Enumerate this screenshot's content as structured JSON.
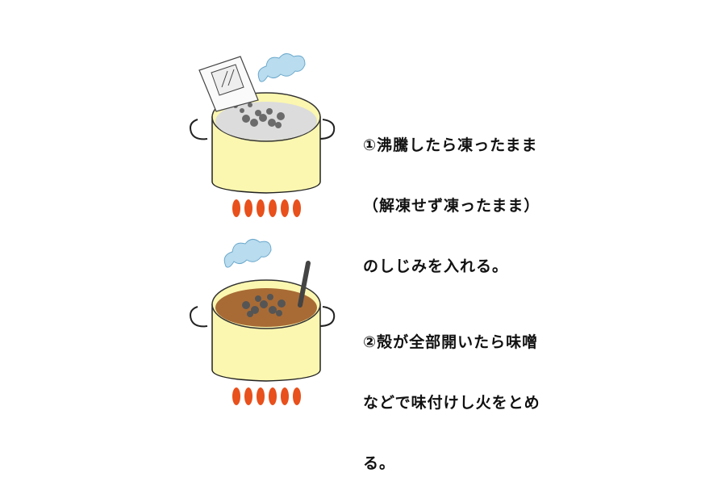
{
  "steps": [
    {
      "lines": [
        "①沸騰したら凍ったまま",
        "（解凍せず凍ったまま）",
        "のしじみを入れる。"
      ]
    },
    {
      "lines": [
        "②殻が全部開いたら味噌",
        "などで味付けし火をとめ",
        "る。"
      ]
    }
  ],
  "colors": {
    "pot": "#fbf7b0",
    "water": "#dcdcdc",
    "soup": "#a86b35",
    "steam": "#b9dcee",
    "flame": "#e8501c",
    "clam": "#6b6b6b"
  }
}
